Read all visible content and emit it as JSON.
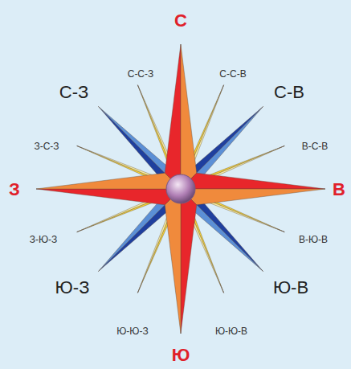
{
  "diagram": {
    "labels": [
      "С",
      "С-С-З",
      "С-С-В",
      "С-З",
      "С-В",
      "З-С-З",
      "В-С-В",
      "З",
      "В",
      "З-Ю-З",
      "В-Ю-В",
      "Ю-З",
      "Ю-В",
      "Ю-Ю-З",
      "Ю-Ю-В",
      "Ю"
    ]
  }
}
